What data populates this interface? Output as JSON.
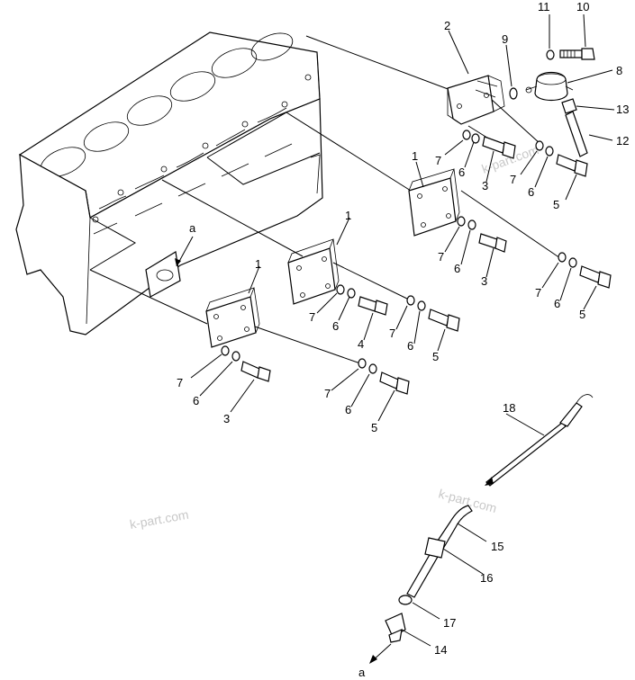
{
  "watermark": "k-part.com",
  "view_marker": "a",
  "callouts": {
    "c1": "1",
    "c2": "2",
    "c3": "3",
    "c4": "4",
    "c5": "5",
    "c6": "6",
    "c7": "7",
    "c8": "8",
    "c9": "9",
    "c10": "10",
    "c11": "11",
    "c12": "12",
    "c13": "13",
    "c14": "14",
    "c15": "15",
    "c16": "16",
    "c17": "17",
    "c18": "18"
  }
}
